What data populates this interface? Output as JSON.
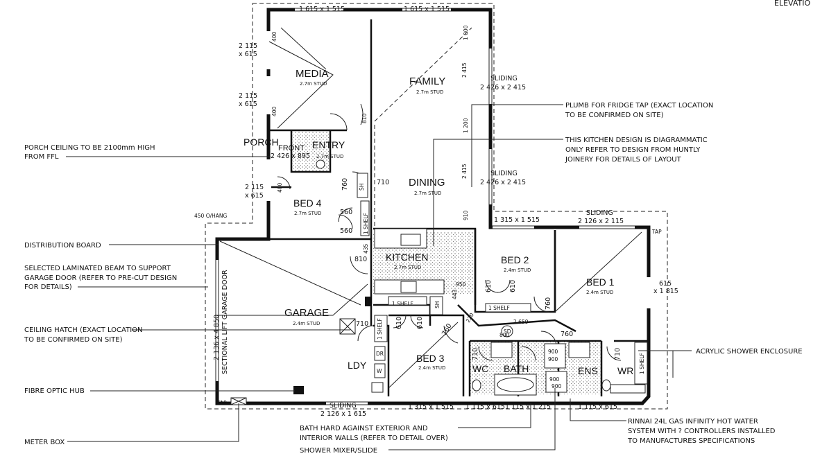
{
  "header": {
    "elevation": "ELEVATIO"
  },
  "rooms": {
    "media": {
      "name": "MEDIA",
      "stud": "2.7m STUD"
    },
    "family": {
      "name": "FAMILY",
      "stud": "2.7m STUD"
    },
    "porch": {
      "name": "PORCH"
    },
    "front": {
      "name": "FRONT"
    },
    "entry": {
      "name": "ENTRY",
      "stud": "2.7m STUD"
    },
    "dining": {
      "name": "DINING",
      "stud": "2.7m STUD"
    },
    "bed4": {
      "name": "BED 4",
      "stud": "2.7m STUD"
    },
    "kitchen": {
      "name": "KITCHEN",
      "stud": "2.7m STUD"
    },
    "bed2": {
      "name": "BED 2",
      "stud": "2.4m STUD"
    },
    "bed1": {
      "name": "BED 1",
      "stud": "2.4m STUD"
    },
    "garage": {
      "name": "GARAGE",
      "stud": "2.4m STUD"
    },
    "bed3": {
      "name": "BED 3",
      "stud": "2.4m STUD"
    },
    "ldy": {
      "name": "LDY"
    },
    "wc": {
      "name": "WC"
    },
    "bath": {
      "name": "BATH"
    },
    "ens": {
      "name": "ENS"
    },
    "wr": {
      "name": "WR"
    }
  },
  "windows": {
    "top_left": "1 615 x 1 515",
    "top_right": "1 615 x 1 515",
    "media_upper_a": "2 115",
    "media_upper_b": "x 615",
    "media_lower_a": "2 115",
    "media_lower_b": "x 615",
    "bed4_a": "2 115",
    "bed4_b": "x 615",
    "sliding_1_label": "SLIDING",
    "sliding_1_size": "2 426  x  2 415",
    "sliding_2_label": "SLIDING",
    "sliding_2_size": "2 426  x  2 415",
    "front_size": "2 426 x 895",
    "bed2_top": "1 315 x 1 515",
    "bed1_sliding_label": "SLIDING",
    "bed1_sliding_size": "2 126  x  2 115",
    "bed1_side_a": "615",
    "bed1_side_b": "x 1 815",
    "bottom_sliding_label": "SLIDING",
    "bottom_sliding_size": "2 126 x 1 615",
    "bed3_bottom": "1 315 x 1 515",
    "bath_bottom": "1 115 x 6151 115 x 1 215",
    "wr_bottom": "1 115 x 615",
    "garage_door": "SECTIONAL LIFT GARAGE DOOR",
    "garage_door_size": "2 136 x 4 850",
    "overhang": "450 O/HANG"
  },
  "small_labels": {
    "w400_a": "400",
    "w400_b": "400",
    "w400_c": "400",
    "d810_media": "810",
    "d810_kitchen": "810",
    "d760_a": "760",
    "d760_b": "760",
    "d760_c": "760",
    "d710_a": "710",
    "d710_b": "710",
    "d710_c": "710",
    "d710_d": "710",
    "d560_a": "560",
    "d560_b": "560",
    "d610_a": "610",
    "d610_b": "610",
    "d610_c": "610",
    "d610_d": "610",
    "d950": "950",
    "d2659": "2 659",
    "d800": "800",
    "d760_d": "760",
    "d2415_a": "2 415",
    "d1200": "1 200",
    "d2415_b": "2 415",
    "d910": "910",
    "d1000": "1 000",
    "d435": "435",
    "d443": "443",
    "d220": "220",
    "sh_1": "SH",
    "sh_2": "SH",
    "shelf_1": "1 SHELF",
    "shelf_2": "1 SHELF",
    "shelf_3": "1 SHELF",
    "shelf_4": "1 SHELF",
    "shelf_5": "1 SHELF",
    "sd": "SD",
    "s900_a": "900",
    "s900_b": "900",
    "s900_c": "900",
    "s900_d": "900",
    "tap_1": "TAP",
    "tap_2": "TAP",
    "ldy_dr": "DR",
    "ldy_w": "W"
  },
  "notes": {
    "porch_ceiling_1": "PORCH CEILING TO BE  2100mm HIGH",
    "porch_ceiling_2": "FROM FFL",
    "distribution_board": "DISTRIBUTION BOARD",
    "beam_1": "SELECTED LAMINATED BEAM TO SUPPORT",
    "beam_2": "GARAGE DOOR (REFER TO PRE-CUT DESIGN",
    "beam_3": "FOR DETAILS)",
    "ceiling_hatch_1": "CEILING HATCH (EXACT LOCATION",
    "ceiling_hatch_2": "TO BE CONFIRMED ON SITE)",
    "fibre_optic_hub": "FIBRE OPTIC HUB",
    "meter_box": "METER BOX",
    "fridge_tap_1": "PLUMB FOR FRIDGE TAP (EXACT LOCATION",
    "fridge_tap_2": "TO BE CONFIRMED ON SITE)",
    "kitchen_design_1": "THIS KITCHEN DESIGN IS DIAGRAMMATIC",
    "kitchen_design_2": "ONLY REFER TO DESIGN FROM HUNTLY",
    "kitchen_design_3": "JOINERY FOR DETAILS OF LAYOUT",
    "acrylic_shower": "ACRYLIC SHOWER ENCLOSURE",
    "bath_hard_1": "BATH HARD AGAINST EXTERIOR AND",
    "bath_hard_2": "INTERIOR WALLS (REFER TO DETAIL OVER)",
    "shower_mixer": "SHOWER MIXER/SLIDE",
    "rinnai_1": "RINNAI 24L GAS INFINITY HOT WATER",
    "rinnai_2": "SYSTEM WITH ? CONTROLLERS INSTALLED",
    "rinnai_3": "TO MANUFACTURES SPECIFICATIONS"
  }
}
